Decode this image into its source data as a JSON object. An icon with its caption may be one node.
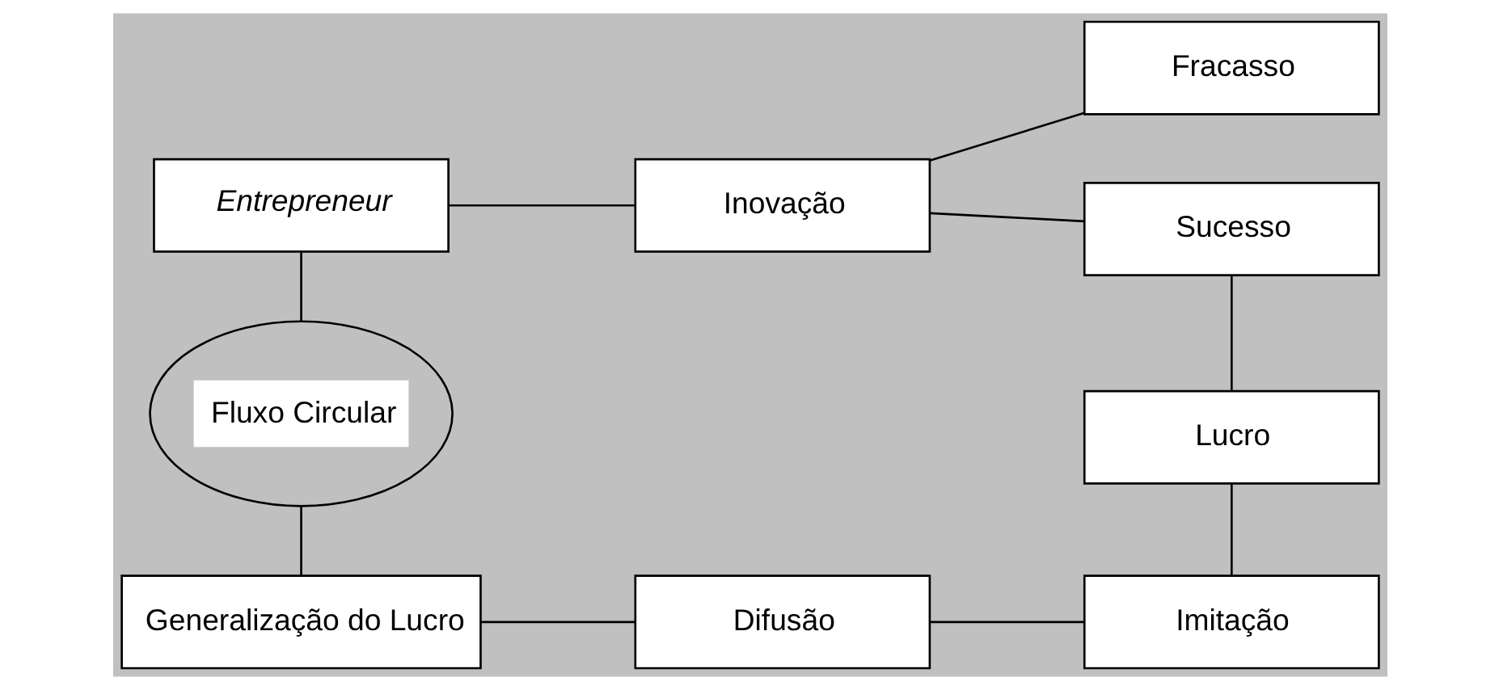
{
  "diagram": {
    "nodes": [
      {
        "text": [
          "Entrepreneur"
        ]
      },
      {
        "text": [
          "Inovação"
        ]
      },
      {
        "text": [
          "Fracasso"
        ]
      },
      {
        "text": [
          "Sucesso"
        ]
      },
      {
        "text": [
          "Fluxo Circular"
        ]
      },
      {
        "text": [
          "Lucro"
        ]
      },
      {
        "text": [
          "Generalização do Lucro"
        ]
      },
      {
        "text": [
          "Difusão"
        ]
      },
      {
        "text": [
          "Imitação"
        ]
      }
    ],
    "edges": [
      {
        "from": 0,
        "to": 1,
        "arrow": "none"
      },
      {
        "from": 1,
        "to": 2,
        "arrow": "none"
      },
      {
        "from": 1,
        "to": 3,
        "arrow": "none"
      },
      {
        "from": 0,
        "to": 4,
        "arrow": "none"
      },
      {
        "from": 3,
        "to": 5,
        "arrow": "none"
      },
      {
        "from": 4,
        "to": 6,
        "arrow": "none"
      },
      {
        "from": 5,
        "to": 8,
        "arrow": "none"
      },
      {
        "from": 6,
        "to": 7,
        "arrow": "none"
      },
      {
        "from": 7,
        "to": 8,
        "arrow": "none"
      }
    ]
  }
}
